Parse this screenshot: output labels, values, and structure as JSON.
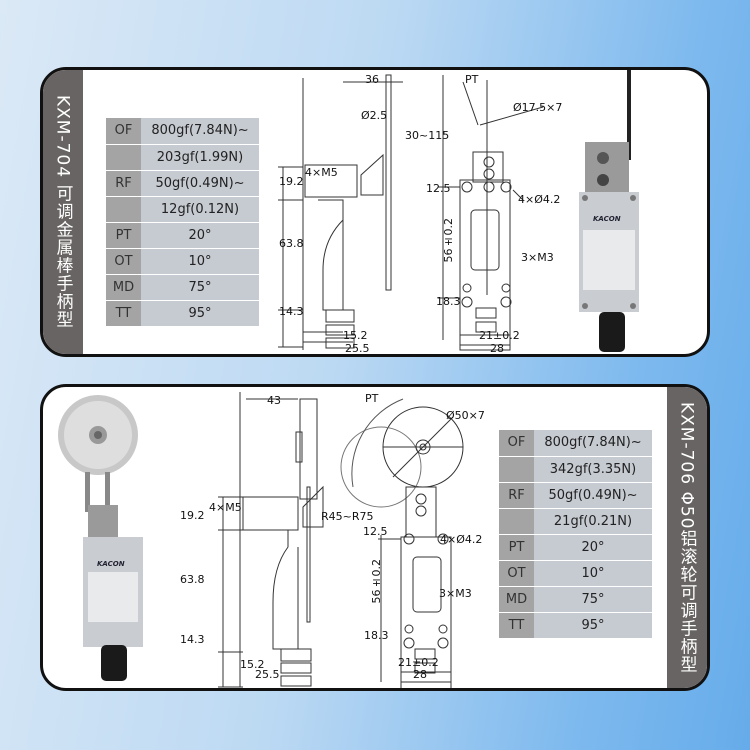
{
  "panels": [
    {
      "title": "KXM-704 可调金属棒手柄型",
      "specs": [
        {
          "key": "OF",
          "value": "800gf(7.84N)~"
        },
        {
          "key": "",
          "value": "203gf(1.99N)"
        },
        {
          "key": "RF",
          "value": "50gf(0.49N)~"
        },
        {
          "key": "",
          "value": "12gf(0.12N)"
        },
        {
          "key": "PT",
          "value": "20°"
        },
        {
          "key": "OT",
          "value": "10°"
        },
        {
          "key": "MD",
          "value": "75°"
        },
        {
          "key": "TT",
          "value": "95°"
        }
      ],
      "dims": {
        "width_top": "36",
        "pt": "PT",
        "rod_dia": "Ø2.5",
        "roller": "Ø17.5×7",
        "length": "30~115",
        "h1": "19.2",
        "screw": "4×M5",
        "h2": "12.5",
        "holes": "4×Ø4.2",
        "h3": "63.8",
        "pitch": "56±0.2",
        "m3": "3×M3",
        "h4": "18.3",
        "h5": "14.3",
        "w1": "15.2",
        "w2": "25.5",
        "w3": "21±0.2",
        "w4": "28"
      }
    },
    {
      "title": "KXM-706 Φ50铝滚轮可调手柄型",
      "specs": [
        {
          "key": "OF",
          "value": "800gf(7.84N)~"
        },
        {
          "key": "",
          "value": "342gf(3.35N)"
        },
        {
          "key": "RF",
          "value": "50gf(0.49N)~"
        },
        {
          "key": "",
          "value": "21gf(0.21N)"
        },
        {
          "key": "PT",
          "value": "20°"
        },
        {
          "key": "OT",
          "value": "10°"
        },
        {
          "key": "MD",
          "value": "75°"
        },
        {
          "key": "TT",
          "value": "95°"
        }
      ],
      "dims": {
        "width_top": "43",
        "pt": "PT",
        "roller": "Ø50×7",
        "radius": "R45~R75",
        "h1": "19.2",
        "screw": "4×M5",
        "h2": "12.5",
        "holes": "4×Ø4.2",
        "h3": "63.8",
        "pitch": "56±0.2",
        "m3": "3×M3",
        "h4": "18.3",
        "h5": "14.3",
        "w1": "15.2",
        "w2": "25.5",
        "w3": "21±0.2",
        "w4": "28"
      }
    }
  ],
  "brand": "KACON"
}
